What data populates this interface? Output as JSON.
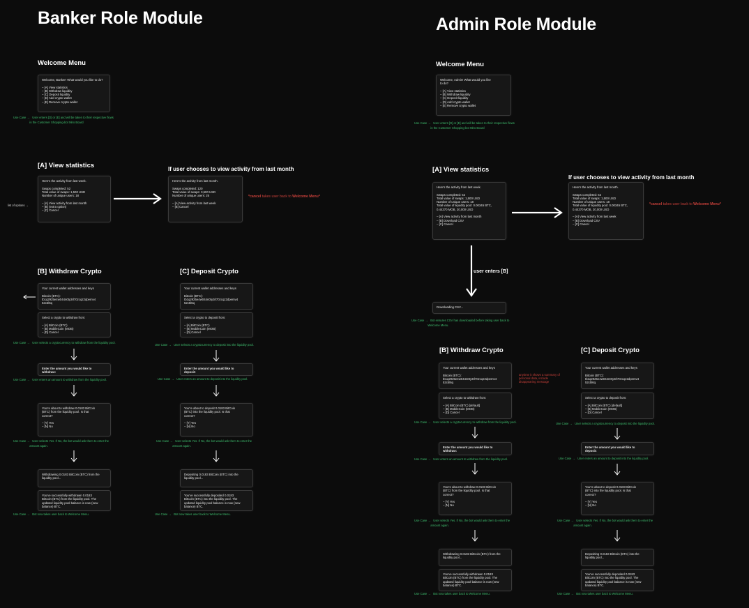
{
  "banker": {
    "title": "Banker Role Module",
    "welcome_heading": "Welcome Menu",
    "welcome_card": "Welcome, Banker! What would you like to do?\n\n– [A] View statistics\n– [B] Withdraw liquidity\n– [C] Deposit liquidity\n– [D] Add crypto wallet\n– [E] Remove crypto wallet",
    "welcome_usecase": "Use Case →   User enters [D] or [E] and will be taken to their respective flows\n                    in the Customer Shopping-bot Miro Board",
    "view_heading": "[A] View statistics",
    "view_card": "Here's the activity from last week.\n\nSwaps completed: 52\nTotal value of swaps: 1,500 USD\nNumber of unique users: 18\n\n– [A] View activity from last month\n– [B] (extra option)\n– [C] Cancel",
    "list_of_options": "list of options →",
    "month_heading": "If user chooses to view activity from last month",
    "month_card": "Here's the activity from last month.\n\nSwaps completed: 120\nTotal value of swaps: 3,500 USD\nNumber of unique users: 25\n\n– [A] View activity from last week\n– [B] Cancel",
    "cancel_note_cmd": "*cancel",
    "cancel_note_mid": " takes user back to ",
    "cancel_note_target": "Welcome Menu*",
    "withdraw": {
      "heading": "[B] Withdraw Crypto",
      "wallet": "Your current wallet addresses and keys\n\nBitcoin (BTC):\ntb1q2925e4w044n0ty3rl70zcqz2dpemv4\n52c5l6q",
      "select": "Select a crypto to withdraw from:\n\n– [A] BitCoin (BTC)\n– [B] MobileCoin (MOB)\n– [D] Cancel",
      "uc1": "Use Case →   User selects a cryptocurrency to withdraw from the liquidity pool.",
      "amount": "Enter the amount you would like to\nwithdraw:",
      "uc2": "Use Case →   User enters an amount to withdraw from the liquidity pool.",
      "confirm": "You're about to withdraw 0.0183 BitCoin\n(BTC) from the liquidity pool. Is that\ncorrect?\n\n– [Y] Yes\n– [N] No",
      "uc3": "Use Case →   User selects Yes. If No, the bot would ask them to enter the\n                    amount again.",
      "processing": "Withdrawing 0.0183 BitCoin (BTC) from the\nliquidity pool...",
      "success": "You've successfully withdrawn 0.0183\nBitCoin (BTC) from the liquidity pool. The\nupdated liquidity pool balance is now (new\nbalance) BTC.",
      "uc4": "Use Case →   Bot now takes user back to Welcome Menu."
    },
    "deposit": {
      "heading": "[C] Deposit Crypto",
      "wallet": "Your current wallet addresses and keys\n\nBitcoin (BTC):\ntb1q2925e4w044n0ty3rl70zcqz2dpemv4\n52c5l6q",
      "select": "Select a crypto to deposit from:\n\n– [A] BitCoin (BTC)\n– [B] MobileCoin (MOB)\n– [D] Cancel",
      "uc1": "Use Case →   User selects a cryptocurrency to deposit into the liquidity pool.",
      "amount": "Enter the amount you would like to\ndeposit:",
      "uc2": "Use Case →   User enters an amount to deposit into the liquidity pool.",
      "confirm": "You're about to deposit 0.0183 BitCoin\n(BTC) into the liquidity pool. Is that\ncorrect?\n\n– [Y] Yes\n– [N] No",
      "uc3": "Use Case →   User selects Yes. If No, the bot would ask them to enter the\n                    amount again.",
      "processing": "Depositing 0.0183 BitCoin (BTC) into the\nliquidity pool...",
      "success": "You've successfully deposited 0.0183\nBitCoin (BTC) into the liquidity pool. The\nupdated liquidity pool balance is now (new\nbalance) BTC.",
      "uc4": "Use Case →   Bot now takes user back to Welcome Menu."
    }
  },
  "admin": {
    "title": "Admin Role Module",
    "welcome_heading": "Welcome Menu",
    "welcome_card": "Welcome, Admin! What would you like\nto do?\n\n– [A] View statistics\n– [B] Withdraw liquidity\n– [C] Deposit liquidity\n– [D] Add crypto wallet\n– [E] Remove crypto wallet",
    "welcome_usecase": "Use Case →   User enters [D] or [E] and will be taken to their respective flows\n                    in the Customer Shopping-bot Miro Board",
    "view_heading": "[A] View statistics",
    "view_card": "Here's the activity from last week.\n\nSwaps completed: 52\nTotal value of swaps: 1,500 USD\nNumber of unique users: 18\nTotal value of liquidity pool: 0.00345 BTC,\n0.44370 MOB, 20,000 USD\n\n– [A] View activity from last month\n– [B] Download CSV\n– [C] Cancel",
    "month_heading": "If user chooses to view activity from last month",
    "month_card": "Here's the activity from last month.\n\nSwaps completed: 52\nTotal value of swaps: 1,500 USD\nNumber of unique users: 18\nTotal value of liquidity pool: 0.00345 BTC,\n0.44370 MOB, 20,000 USD\n\n– [A] View activity from last week\n– [B] Download CSV\n– [C] Cancel",
    "cancel_note_cmd": "*cancel",
    "cancel_note_mid": " takes user back to ",
    "cancel_note_target": "Welcome Menu*",
    "user_enters_b": "user enters [B]",
    "downloading": "Downloading CSV...",
    "csv_usecase": "Use Case →   Bot ensures CSV has downloaded before taking user back to\n                    Welcome Menu.",
    "withdraw": {
      "heading": "[B] Withdraw Crypto",
      "wallet": "Your current wallet addresses and keys\n\nBitcoin (BTC):\ntb1q2925e4w044n0ty3rl70zcqz2dpemv4\n52c5l6q",
      "note": "anytime it shows a summary of\npersonal data, include\ndisappearing message",
      "select": "Select a crypto to withdraw from:\n\n– [A] BitCoin (BTC) [default]\n– [B] MobileCoin (MOB)\n– [D] Cancel",
      "uc1": "Use Case →   User selects a cryptocurrency to withdraw from the liquidity pool.",
      "amount": "Enter the amount you would like to\nwithdraw:",
      "uc2": "Use Case →   User enters an amount to withdraw from the liquidity pool.",
      "confirm": "You're about to withdraw 0.0183 BitCoin\n(BTC) from the liquidity pool. Is that\ncorrect?\n\n– [Y] Yes\n– [N] No",
      "uc3": "Use Case →   User selects Yes. If No, the bot would ask them to enter the\n                    amount again.",
      "processing": "Withdrawing 0.0183 BitCoin (BTC) from the\nliquidity pool...",
      "success": "You've successfully withdrawn 0.0183\nBitCoin (BTC) from the liquidity pool. The\nupdated liquidity pool balance is now (new\nbalance) BTC.",
      "uc4": "Use Case →   Bot now takes user back to Welcome Menu."
    },
    "deposit": {
      "heading": "[C] Deposit Crypto",
      "wallet": "Your current wallet addresses and keys\n\nBitcoin (BTC):\ntb1q2925e4w044n0ty3rl70zcqz2dpemv4\n52c5l6q",
      "select": "Select a crypto to deposit from:\n\n– [A] BitCoin (BTC) [default]\n– [B] MobileCoin (MOB)\n– [D] Cancel",
      "uc1": "Use Case →   User selects a cryptocurrency to deposit into the liquidity pool.",
      "amount": "Enter the amount you would like to\ndeposit:",
      "uc2": "Use Case →   User enters an amount to deposit into the liquidity pool.",
      "confirm": "You're about to deposit 0.0183 BitCoin\n(BTC) into the liquidity pool. Is that\ncorrect?\n\n– [Y] Yes\n– [N] No",
      "uc3": "Use Case →   User selects Yes. If No, the bot would ask them to enter the\n                    amount again.",
      "processing": "Depositing 0.0183 BitCoin (BTC) into the\nliquidity pool...",
      "success": "You've successfully deposited 0.0183\nBitCoin (BTC) into the liquidity pool. The\nupdated liquidity pool balance is now (new\nbalance) BTC.",
      "uc4": "Use Case →   Bot now takes user back to Welcome Menu."
    }
  }
}
